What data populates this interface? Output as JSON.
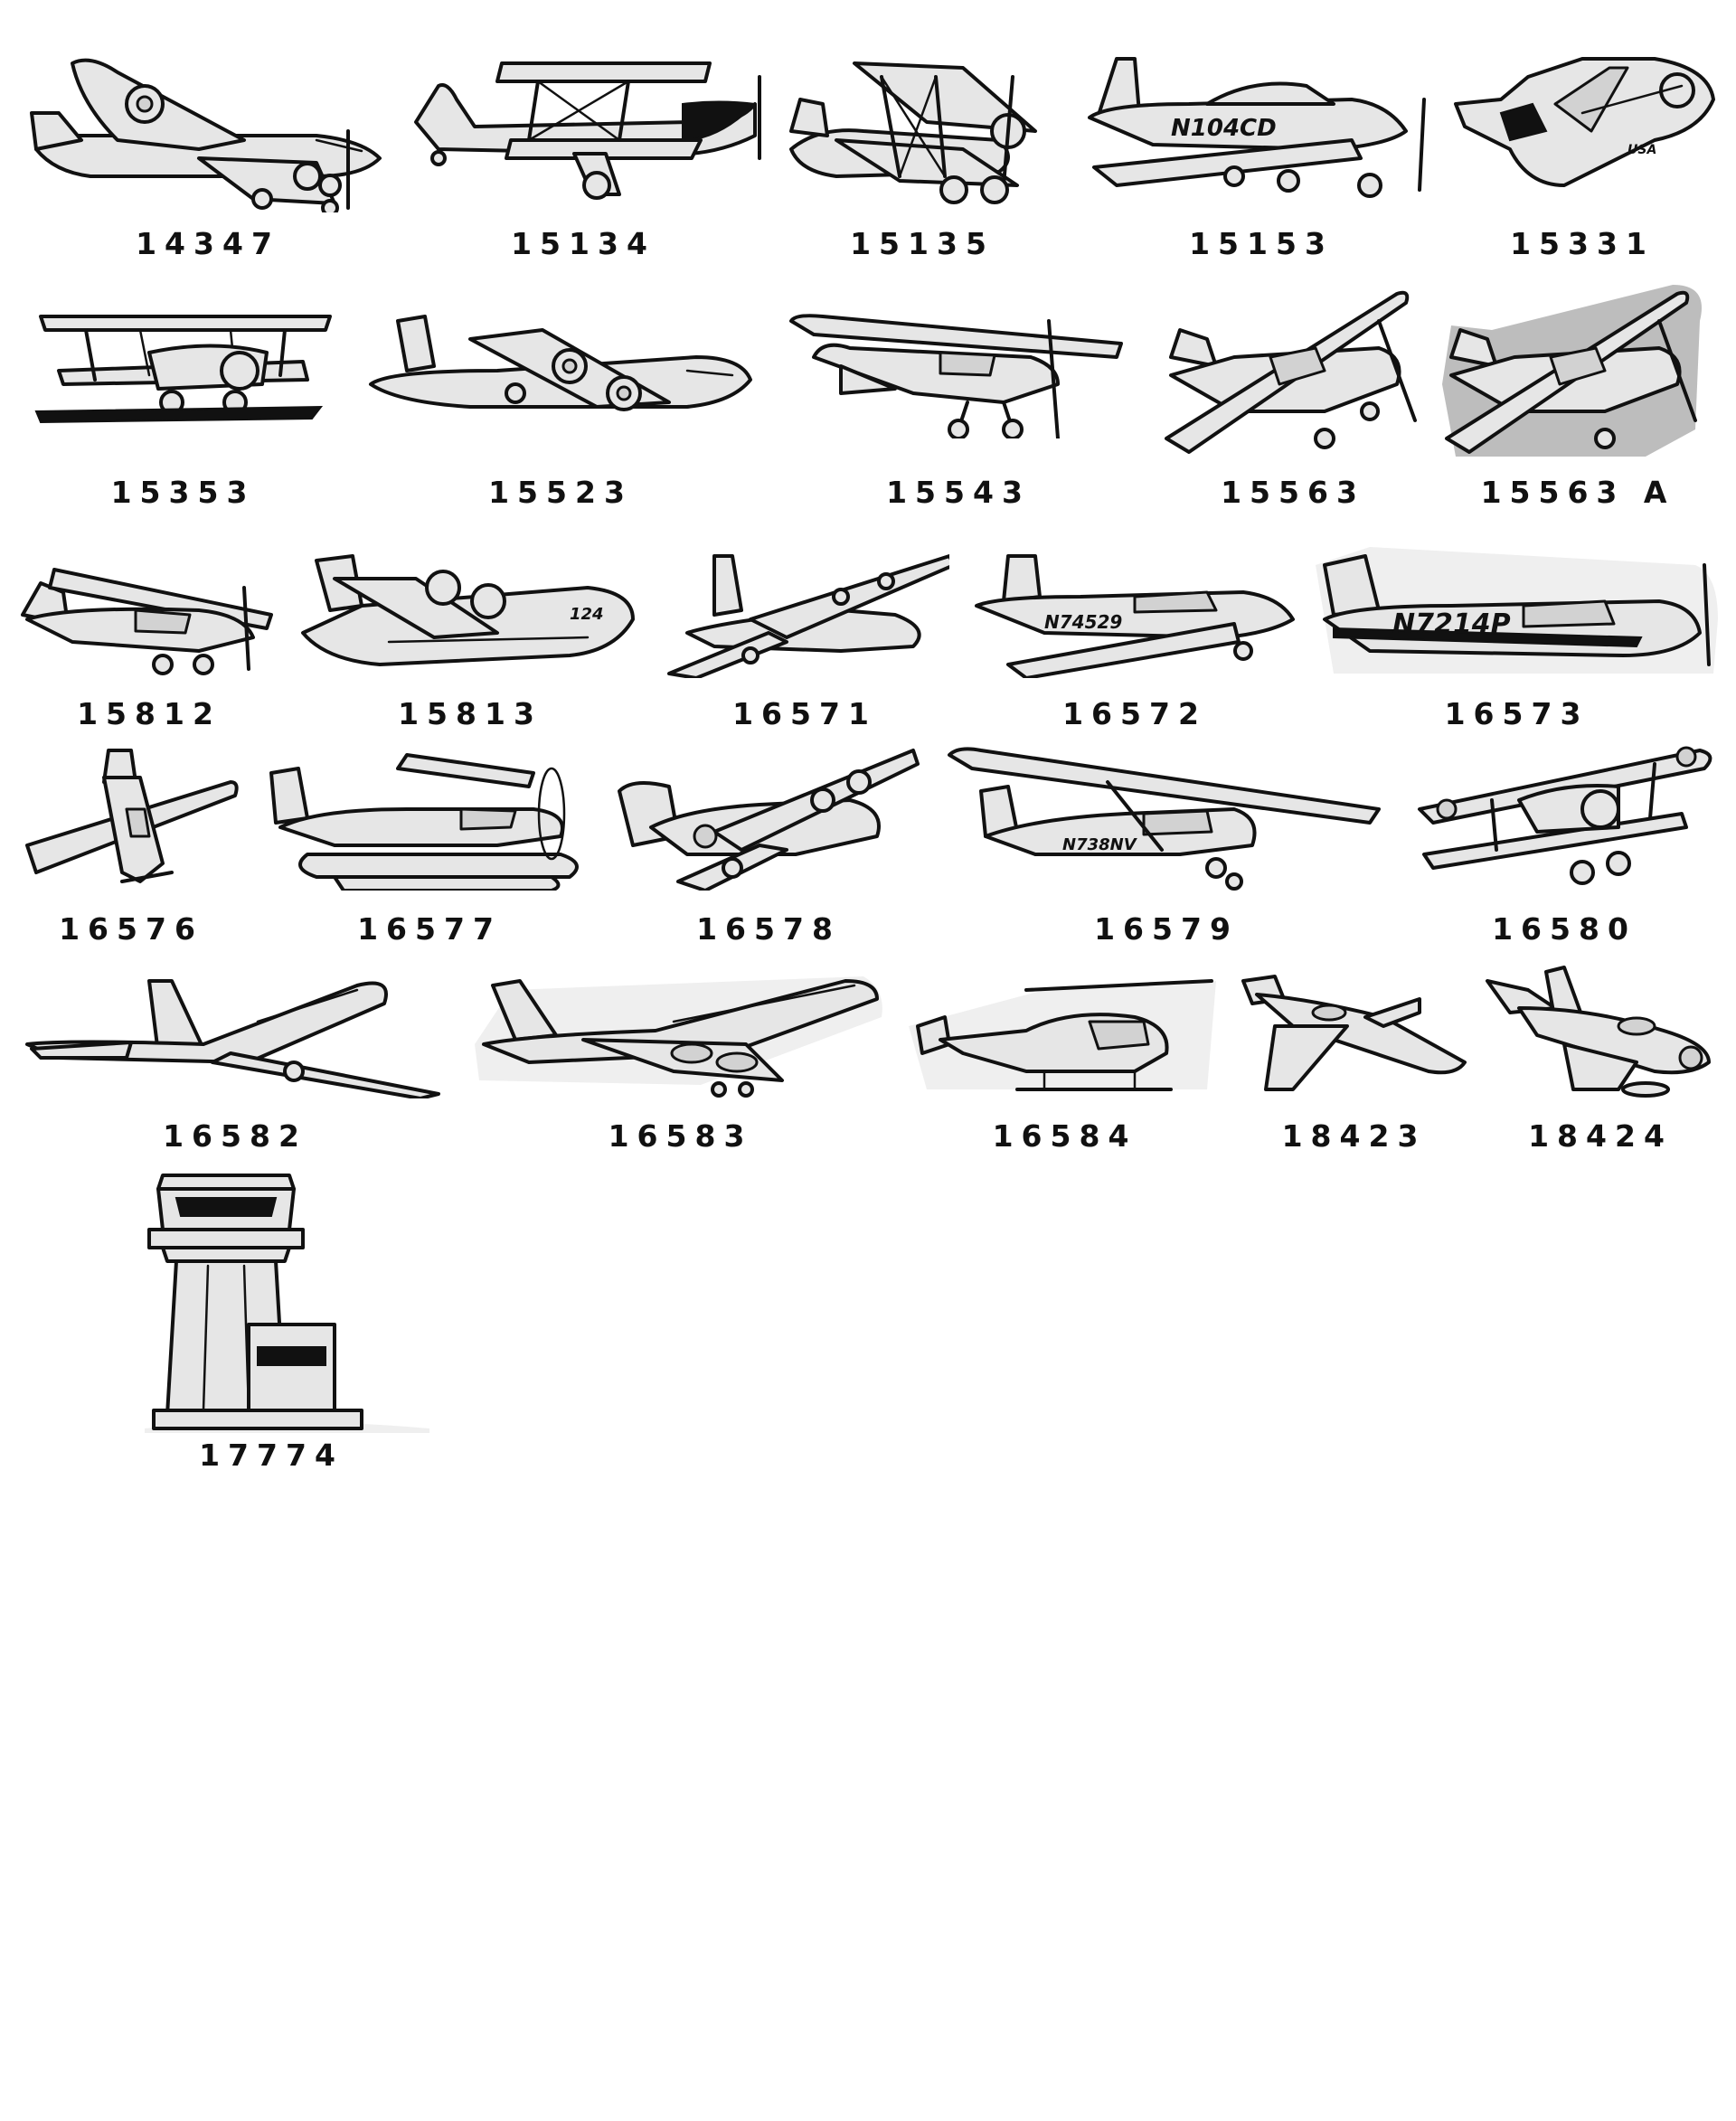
{
  "catalog": {
    "items": [
      {
        "code": "14347",
        "icon": "twin-prop-airliner-military-icon"
      },
      {
        "code": "15134",
        "icon": "aerobatic-biplane-icon"
      },
      {
        "code": "15135",
        "icon": "biplane-icon"
      },
      {
        "code": "15153",
        "icon": "low-wing-single-prop-icon"
      },
      {
        "code": "15331",
        "icon": "space-shuttle-icon"
      },
      {
        "code": "15353",
        "icon": "vintage-biplane-runway-icon"
      },
      {
        "code": "15523",
        "icon": "four-engine-bomber-icon"
      },
      {
        "code": "15543",
        "icon": "high-wing-bushplane-icon"
      },
      {
        "code": "15563",
        "icon": "high-wing-banking-plane-icon"
      },
      {
        "code": "15563 A",
        "icon": "high-wing-banking-plane-shaded-icon"
      },
      {
        "code": "15812",
        "icon": "tailwheel-high-wing-plane-icon"
      },
      {
        "code": "15813",
        "icon": "flying-boat-bomber-icon"
      },
      {
        "code": "16571",
        "icon": "four-engine-turboprop-transport-icon"
      },
      {
        "code": "16572",
        "icon": "twin-engine-low-wing-plane-icon"
      },
      {
        "code": "16573",
        "icon": "low-wing-prop-plane-shaded-icon"
      },
      {
        "code": "16576",
        "icon": "aerobatic-monoplane-icon"
      },
      {
        "code": "16577",
        "icon": "floatplane-icon"
      },
      {
        "code": "16578",
        "icon": "heavy-bomber-icon"
      },
      {
        "code": "16579",
        "icon": "high-wing-cessna-icon"
      },
      {
        "code": "16580",
        "icon": "ww1-biplane-fighter-icon"
      },
      {
        "code": "16582",
        "icon": "jet-airliner-icon"
      },
      {
        "code": "16583",
        "icon": "jumbo-jet-icon"
      },
      {
        "code": "16584",
        "icon": "attack-helicopter-icon"
      },
      {
        "code": "18423",
        "icon": "business-jet-icon"
      },
      {
        "code": "18424",
        "icon": "jet-fighter-icon"
      },
      {
        "code": "17774",
        "icon": "control-tower-icon"
      }
    ],
    "markings": {
      "n104cd": "N104CD",
      "n74529": "N74529",
      "n7214p": "N7214P",
      "n738nv": "N738NV",
      "tail124": "124",
      "usa": "USA"
    }
  },
  "colors": {
    "ink": "#111111",
    "fill": "#e6e6e6",
    "halo": "#bdbdbd",
    "background": "#ffffff"
  }
}
